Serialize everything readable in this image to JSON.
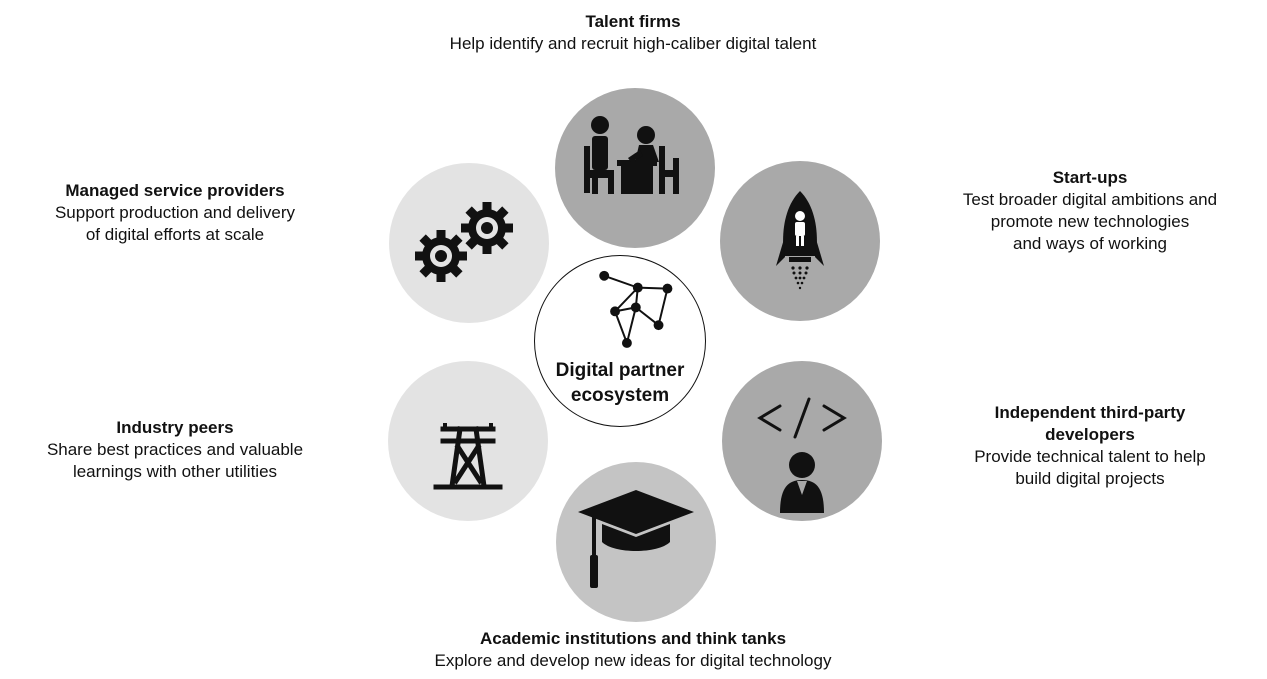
{
  "center": {
    "label": "Digital partner\necosystem",
    "icon": "network-icon"
  },
  "partners": [
    {
      "key": "talent",
      "title": "Talent firms",
      "description": "Help identify and recruit high-caliber digital talent",
      "icon": "interview-icon"
    },
    {
      "key": "startups",
      "title": "Start-ups",
      "description": "Test broader digital ambitions and\npromote new technologies\nand ways of working",
      "icon": "rocket-icon"
    },
    {
      "key": "developers",
      "title": "Independent third-party\ndevelopers",
      "description": "Provide technical talent to help\nbuild digital projects",
      "icon": "developer-icon"
    },
    {
      "key": "academic",
      "title": "Academic institutions and think tanks",
      "description": "Explore and develop new ideas for digital technology",
      "icon": "graduation-cap-icon"
    },
    {
      "key": "industry",
      "title": "Industry peers",
      "description": "Share best practices and valuable\nlearnings with other utilities",
      "icon": "power-tower-icon"
    },
    {
      "key": "managed",
      "title": "Managed service providers",
      "description": "Support production and delivery\nof digital efforts at scale",
      "icon": "gears-icon"
    }
  ],
  "colors": {
    "dark_circle": "#a9a9a9",
    "mid_circle": "#c4c4c4",
    "light_circle": "#e3e3e3",
    "icon": "#111111"
  }
}
